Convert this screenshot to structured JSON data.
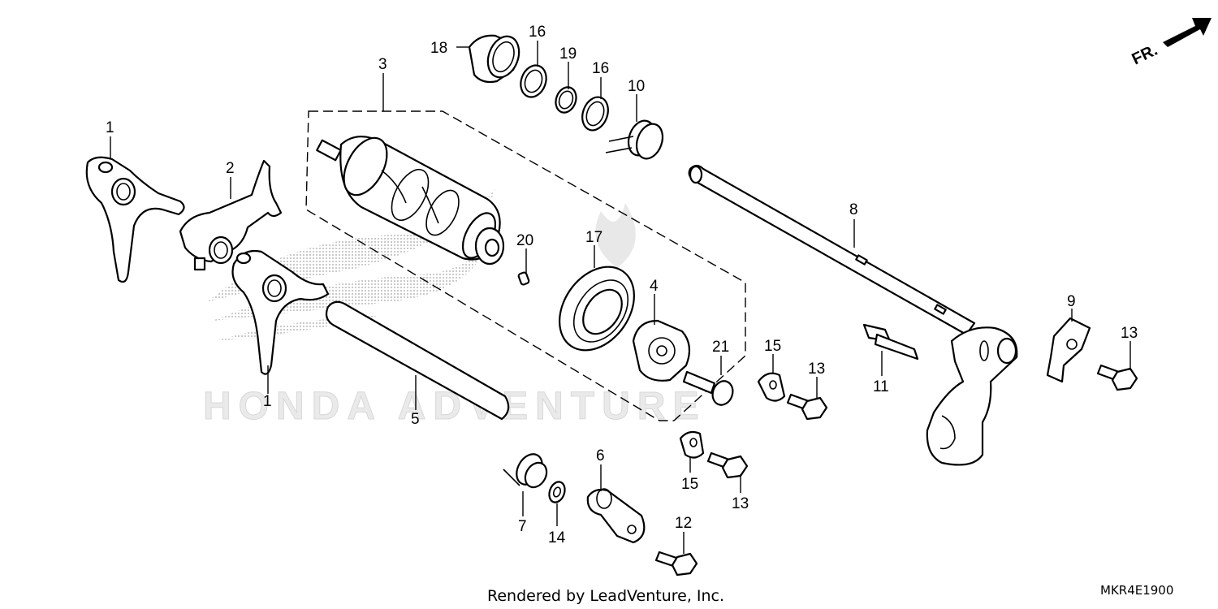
{
  "diagram": {
    "part_numbers": {
      "n1a": "1",
      "n1b": "1",
      "n2": "2",
      "n3": "3",
      "n4": "4",
      "n5": "5",
      "n6": "6",
      "n7": "7",
      "n8": "8",
      "n9": "9",
      "n10": "10",
      "n11": "11",
      "n12": "12",
      "n13a": "13",
      "n13b": "13",
      "n13c": "13",
      "n14": "14",
      "n15a": "15",
      "n15b": "15",
      "n16a": "16",
      "n16b": "16",
      "n17": "17",
      "n18": "18",
      "n19": "19",
      "n20": "20",
      "n21": "21"
    },
    "front_indicator": "FR.",
    "watermark": "HONDA ADVENTURE",
    "footer": "Rendered by LeadVenture, Inc.",
    "diagram_code": "MKR4E1900"
  }
}
